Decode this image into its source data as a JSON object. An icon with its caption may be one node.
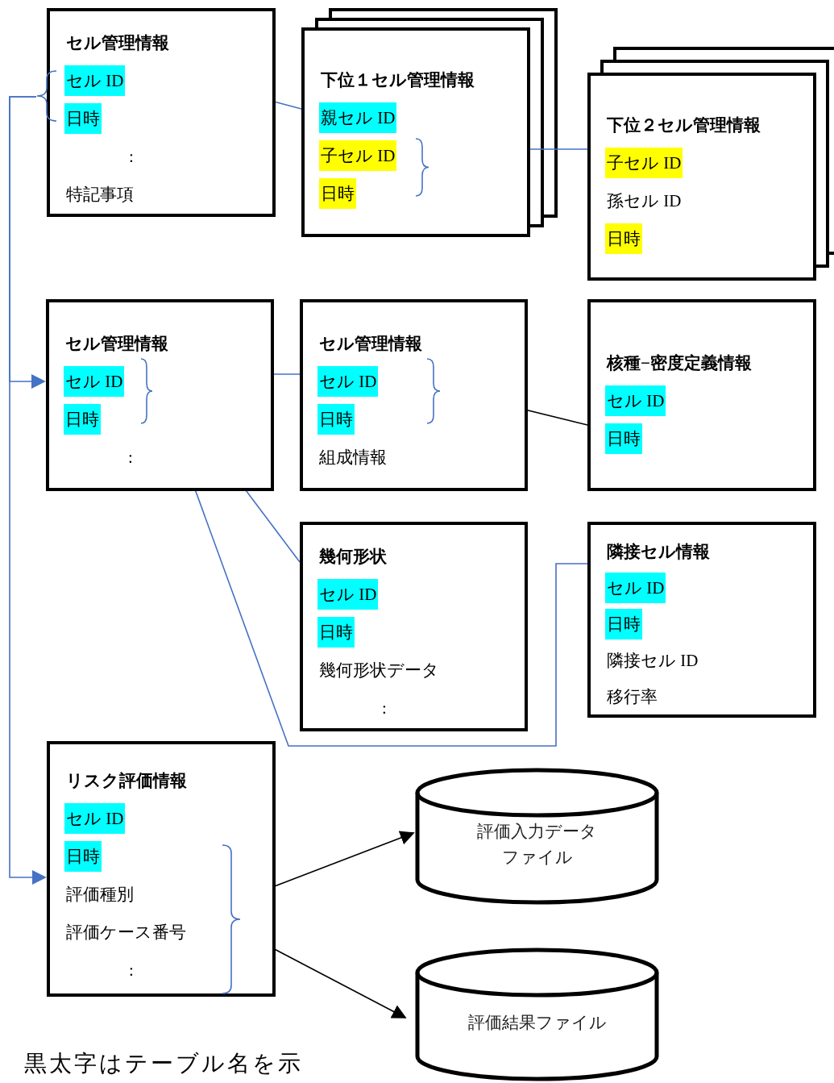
{
  "diagram": {
    "nodes": [
      {
        "text": [
          "セル管理情報",
          "セル ID",
          "日時",
          ":",
          "特記事項"
        ]
      },
      {
        "text": [
          "下位１セル管理情報",
          "親セル ID",
          "子セル ID",
          "日時"
        ]
      },
      {
        "text": [
          "下位２セル管理情報",
          "子セル ID",
          "孫セル ID",
          "日時"
        ]
      },
      {
        "text": [
          "セル管理情報",
          "セル ID",
          "日時",
          ":"
        ]
      },
      {
        "text": [
          "セル管理情報",
          "セル ID",
          "日時",
          "組成情報"
        ]
      },
      {
        "text": [
          "核種−密度定義情報",
          "セル ID",
          "日時"
        ]
      },
      {
        "text": [
          "幾何形状",
          "セル ID",
          "日時",
          "幾何形状データ",
          ":"
        ]
      },
      {
        "text": [
          "隣接セル情報",
          "セル ID",
          "日時",
          "隣接セル ID",
          "移行率"
        ]
      },
      {
        "text": [
          "リスク評価情報",
          "セル ID",
          "日時",
          "評価種別",
          "評価ケース番号",
          ":"
        ]
      },
      {
        "text": [
          "評価入力データファイル"
        ]
      },
      {
        "text": [
          "評価結果ファイル"
        ]
      }
    ],
    "edges": [
      {
        "from": 0,
        "to": 1,
        "arrow": "none"
      },
      {
        "from": 1,
        "to": 2,
        "arrow": "none"
      },
      {
        "from": 0,
        "to": 3,
        "arrow": "to"
      },
      {
        "from": 0,
        "to": 8,
        "arrow": "to"
      },
      {
        "from": 3,
        "to": 4,
        "arrow": "none"
      },
      {
        "from": 3,
        "to": 6,
        "arrow": "none"
      },
      {
        "from": 3,
        "to": 7,
        "arrow": "none"
      },
      {
        "from": 4,
        "to": 5,
        "arrow": "none",
        "color": "#000000"
      },
      {
        "from": 8,
        "to": 9,
        "arrow": "to",
        "color": "#000000"
      },
      {
        "from": 8,
        "to": 10,
        "arrow": "to",
        "color": "#000000"
      }
    ],
    "labels": [
      "黒太字はテーブル名を示"
    ]
  }
}
